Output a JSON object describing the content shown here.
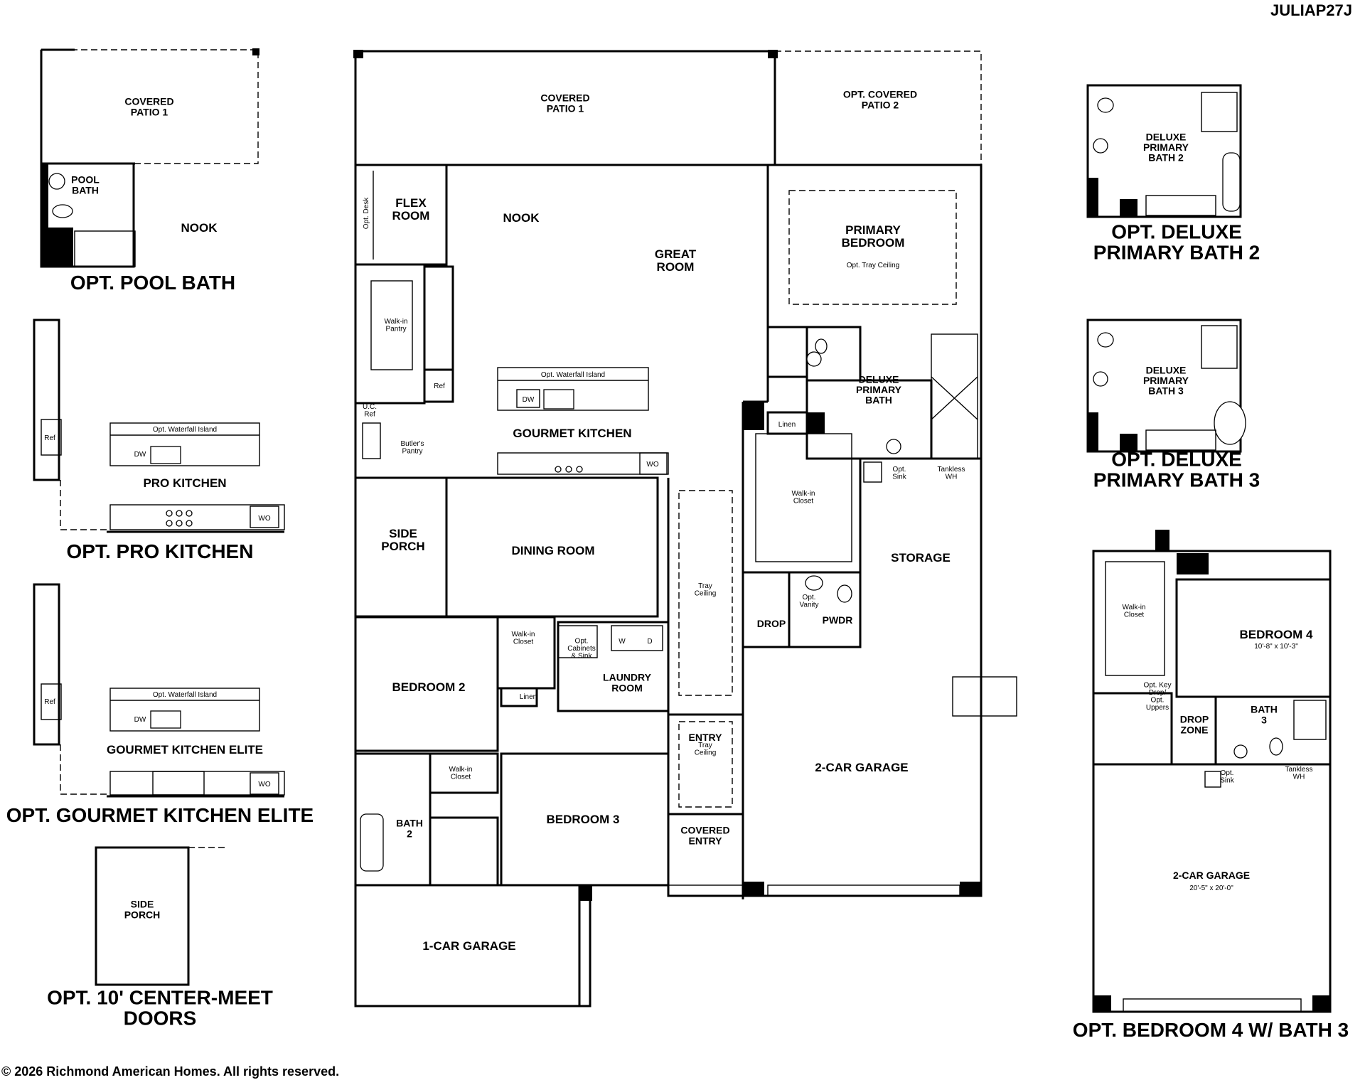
{
  "plan_code": "JULIAP27J",
  "copyright": "© 2026 Richmond American Homes. All rights reserved.",
  "main_plan": {
    "rooms": {
      "covered_patio_1": "COVERED\nPATIO 1",
      "opt_covered_patio_2": "OPT. COVERED\nPATIO 2",
      "flex_room": "FLEX\nROOM",
      "opt_desk": "Opt. Desk",
      "nook": "NOOK",
      "great_room": "GREAT\nROOM",
      "primary_bedroom": "PRIMARY\nBEDROOM",
      "opt_tray_ceiling": "Opt. Tray Ceiling",
      "walk_in_pantry": "Walk-in\nPantry",
      "ref": "Ref",
      "uc_ref": "U.C.\nRef",
      "butlers_pantry": "Butler's\nPantry",
      "opt_waterfall_island": "Opt. Waterfall Island",
      "dw": "DW",
      "gourmet_kitchen": "GOURMET KITCHEN",
      "wo": "WO",
      "linen_primary": "Linen",
      "deluxe_primary_bath": "DELUXE\nPRIMARY\nBATH",
      "walk_in_closet_primary": "Walk-in\nCloset",
      "opt_sink": "Opt.\nSink",
      "tankless_wh": "Tankless\nWH",
      "storage": "STORAGE",
      "side_porch": "SIDE\nPORCH",
      "dining_room": "DINING ROOM",
      "tray_ceiling": "Tray\nCeiling",
      "opt_vanity": "Opt.\nVanity",
      "drop": "DROP",
      "pwdr": "PWDR",
      "bedroom_2": "BEDROOM 2",
      "walk_in_closet_bed2": "Walk-in\nCloset",
      "linen_bed2": "Linen",
      "opt_cabinets_sink": "Opt.\nCabinets\n& Sink",
      "washer": "W",
      "dryer": "D",
      "laundry_room": "LAUNDRY\nROOM",
      "entry": "ENTRY",
      "entry_tray_ceiling": "Tray\nCeiling",
      "two_car_garage": "2-CAR GARAGE",
      "walk_in_closet_bath2": "Walk-in\nCloset",
      "bath_2": "BATH\n2",
      "bedroom_3": "BEDROOM 3",
      "covered_entry": "COVERED\nENTRY",
      "one_car_garage": "1-CAR GARAGE"
    }
  },
  "options": {
    "pool_bath": {
      "title": "OPT. POOL BATH",
      "covered_patio": "COVERED\nPATIO 1",
      "pool_bath": "POOL\nBATH",
      "nook": "NOOK"
    },
    "pro_kitchen": {
      "title": "OPT. PRO KITCHEN",
      "ref": "Ref",
      "island": "Opt. Waterfall Island",
      "dw": "DW",
      "kitchen": "PRO KITCHEN",
      "wo": "WO"
    },
    "gourmet_kitchen_elite": {
      "title": "OPT. GOURMET KITCHEN ELITE",
      "ref": "Ref",
      "island": "Opt. Waterfall Island",
      "dw": "DW",
      "kitchen": "GOURMET KITCHEN ELITE",
      "wo": "WO"
    },
    "center_meet_doors": {
      "title": "OPT. 10' CENTER-MEET\nDOORS",
      "side_porch": "SIDE\nPORCH"
    },
    "deluxe_primary_bath_2": {
      "title": "OPT. DELUXE\nPRIMARY BATH 2",
      "label": "DELUXE\nPRIMARY\nBATH 2"
    },
    "deluxe_primary_bath_3": {
      "title": "OPT. DELUXE\nPRIMARY BATH 3",
      "label": "DELUXE\nPRIMARY\nBATH 3"
    },
    "bedroom_4_bath_3": {
      "title": "OPT. BEDROOM 4 W/ BATH 3",
      "walk_in_closet": "Walk-in\nCloset",
      "bedroom_4": "BEDROOM 4",
      "bedroom_4_dims": "10'-8\" x 10'-3\"",
      "opt_key_drop": "Opt. Key\nDrop/\nOpt.\nUppers",
      "drop_zone": "DROP\nZONE",
      "bath_3": "BATH\n3",
      "opt_sink": "Opt.\nSink",
      "tankless_wh": "Tankless\nWH",
      "garage": "2-CAR GARAGE",
      "garage_dims": "20'-5\" x 20'-0\""
    }
  }
}
